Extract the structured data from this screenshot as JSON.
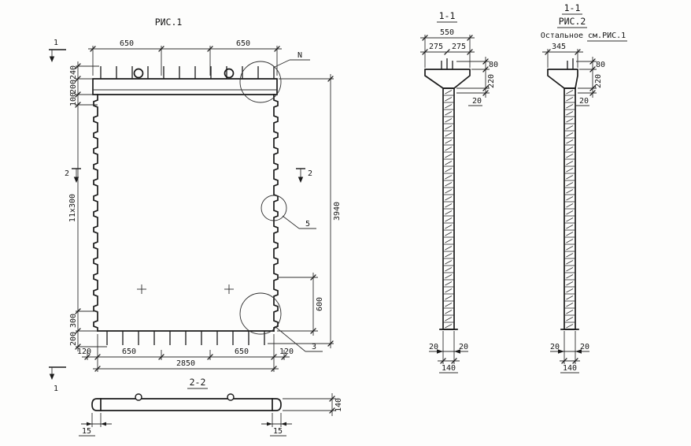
{
  "fig1": {
    "title": "РИС.1",
    "top": {
      "d650l": "650",
      "d650r": "650"
    },
    "left": {
      "d240": "240",
      "d200t": "200",
      "d100": "100",
      "d11x300": "11x300",
      "d300": "300",
      "d200b": "200"
    },
    "right": {
      "d3940": "3940",
      "d600": "600"
    },
    "bottom": {
      "d120l": "120",
      "d650l": "650",
      "d2850": "2850",
      "d650r": "650",
      "d120r": "120"
    },
    "markers": {
      "s1top": "1",
      "s1bot": "1",
      "s2left": "2",
      "s2right": "2",
      "n": "N",
      "det5": "5",
      "det3": "3"
    }
  },
  "sec22": {
    "title": "2-2",
    "d15l": "15",
    "d15r": "15",
    "d140": "140"
  },
  "sec11": {
    "title": "1-1",
    "d550": "550",
    "d275l": "275",
    "d275r": "275",
    "d80": "80",
    "d220": "220",
    "d20side": "20",
    "d20botl": "20",
    "d20botr": "20",
    "d140": "140"
  },
  "fig2": {
    "sectitle": "1-1",
    "title": "РИС.2",
    "note": "Остальное см.РИС.1",
    "d345": "345",
    "d80": "80",
    "d220": "220",
    "d20side": "20",
    "d20botl": "20",
    "d20botr": "20",
    "d140": "140"
  }
}
